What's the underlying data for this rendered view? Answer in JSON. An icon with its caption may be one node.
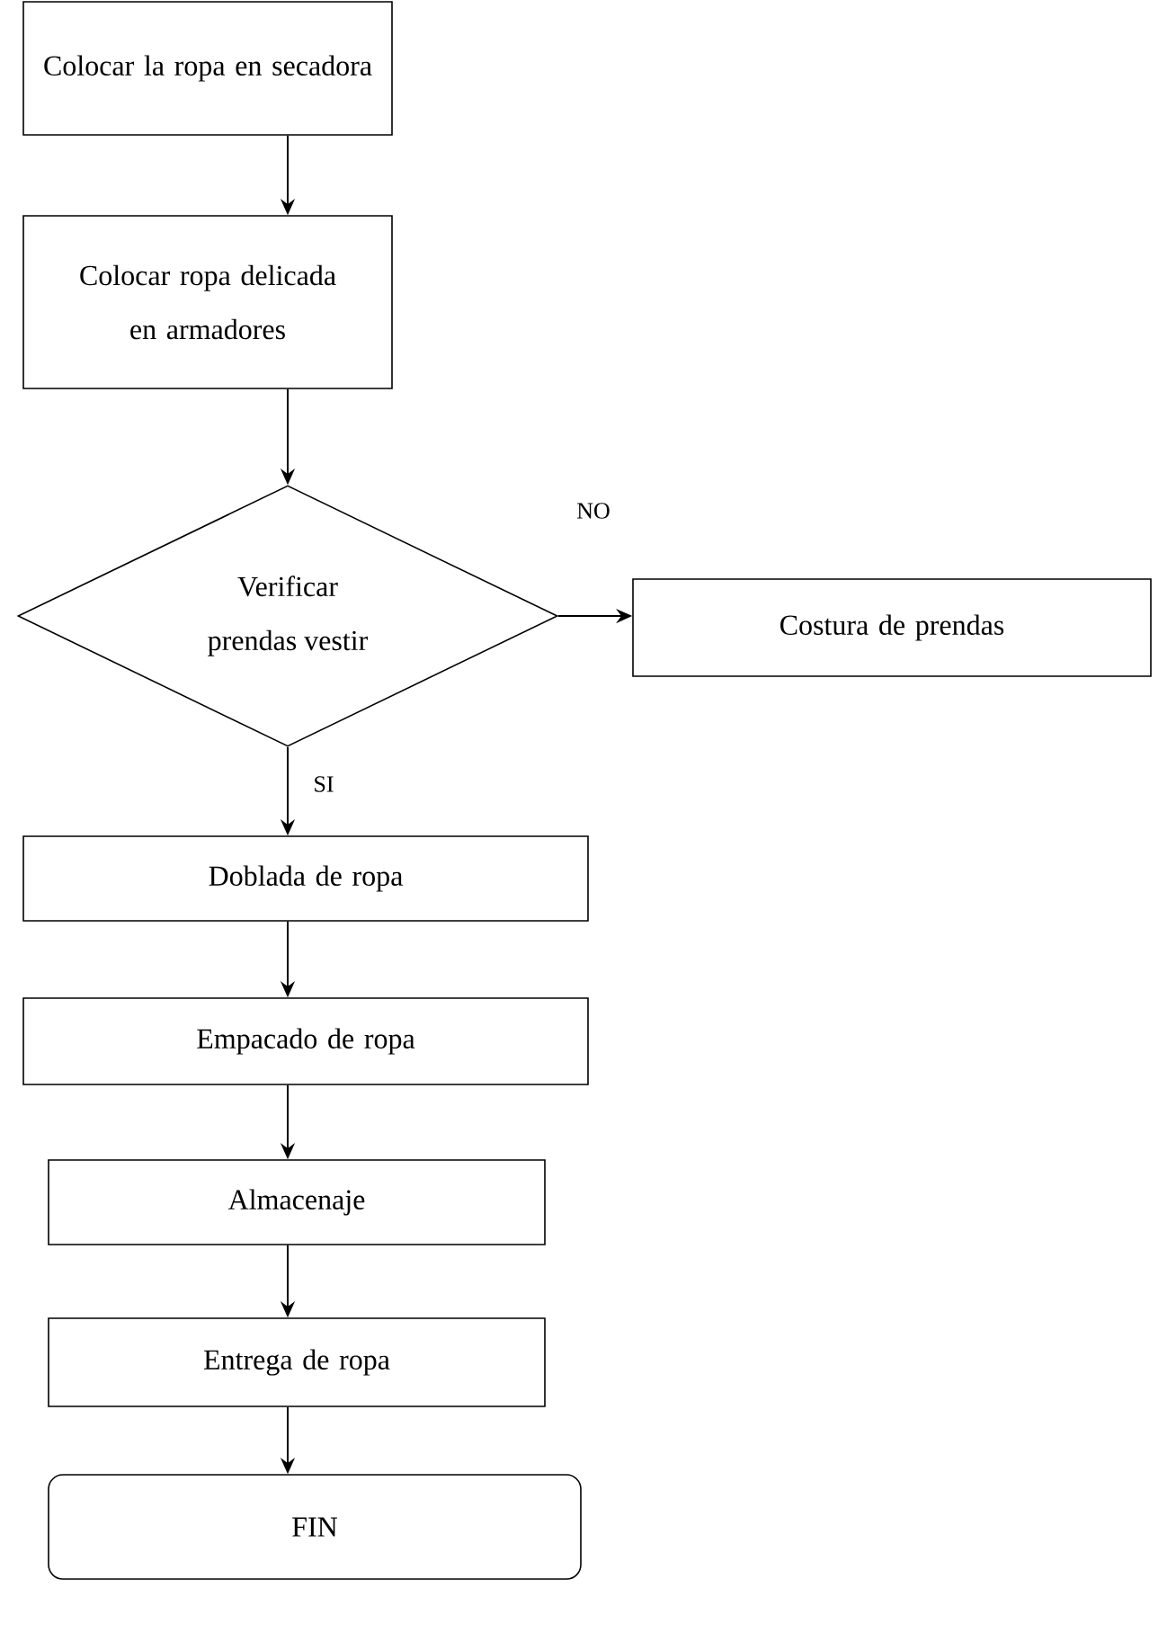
{
  "diagram": {
    "nodes": [
      {
        "text": [
          "Colocar la ropa en secadora"
        ]
      },
      {
        "text": [
          "Colocar ropa delicada en armadores"
        ]
      },
      {
        "text": [
          "Verificar prendas vestir"
        ]
      },
      {
        "text": [
          "Costura de prendas"
        ]
      },
      {
        "text": [
          "Doblada de ropa"
        ]
      },
      {
        "text": [
          "Empacado de ropa"
        ]
      },
      {
        "text": [
          "Almacenaje"
        ]
      },
      {
        "text": [
          "Entrega de ropa"
        ]
      },
      {
        "text": [
          "FIN"
        ]
      }
    ],
    "edges": [
      {
        "from": 0,
        "to": 1,
        "arrow": "to"
      },
      {
        "from": 1,
        "to": 2,
        "arrow": "to"
      },
      {
        "from": 2,
        "to": 3,
        "arrow": "to",
        "label": "NO"
      },
      {
        "from": 2,
        "to": 4,
        "arrow": "to",
        "label": "SI"
      },
      {
        "from": 4,
        "to": 5,
        "arrow": "to"
      },
      {
        "from": 5,
        "to": 6,
        "arrow": "to"
      },
      {
        "from": 6,
        "to": 7,
        "arrow": "to"
      },
      {
        "from": 7,
        "to": 8,
        "arrow": "to"
      }
    ]
  }
}
